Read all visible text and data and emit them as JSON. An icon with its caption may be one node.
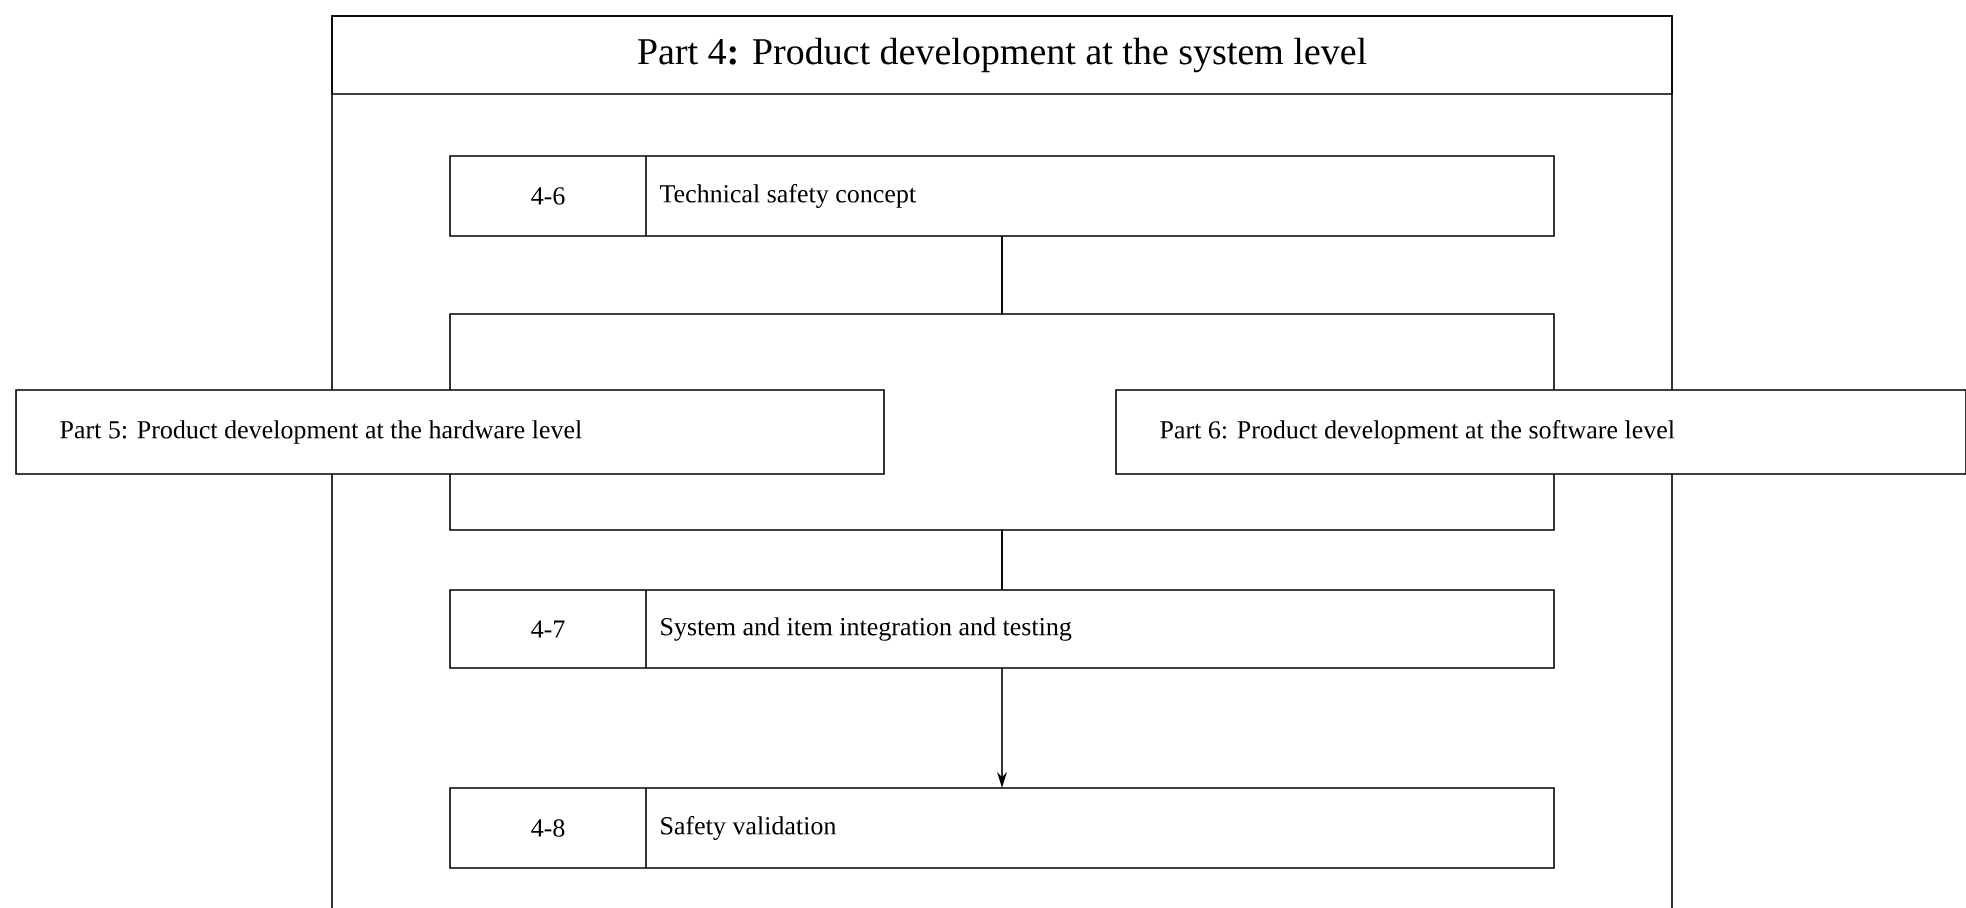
{
  "diagram": {
    "nodes": [
      {
        "text": [
          "Part 4**:** Product development at the system level"
        ]
      },
      {
        "text": [
          "4-6",
          "Technical safety concept"
        ],
        "in": 0
      },
      {
        "text": [
          "Part 5: Product development at the hardware level"
        ]
      },
      {
        "text": [
          "Part 6: Product development at the software level"
        ]
      },
      {
        "text": [
          "4-7",
          "System and item integration and testing"
        ],
        "in": 0
      },
      {
        "text": [
          "4-8",
          "Safety validation"
        ],
        "in": 0
      }
    ],
    "edges": [
      {
        "from": 1,
        "to": 2,
        "arrow": "none"
      },
      {
        "from": 1,
        "to": 3,
        "arrow": "none"
      },
      {
        "from": 2,
        "to": 4,
        "arrow": "none"
      },
      {
        "from": 3,
        "to": 4,
        "arrow": "none"
      },
      {
        "from": 4,
        "to": 5,
        "arrow": "to"
      }
    ]
  }
}
